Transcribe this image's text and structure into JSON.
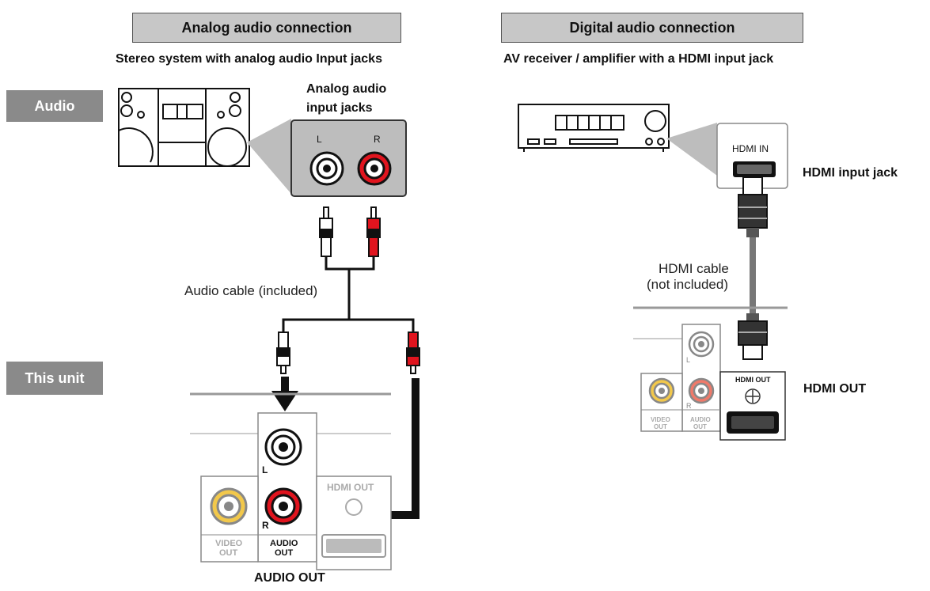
{
  "headers": {
    "analog": "Analog audio connection",
    "digital": "Digital audio connection"
  },
  "subheaders": {
    "analog": "Stereo system with analog audio Input jacks",
    "digital": "AV receiver / amplifier with a HDMI input jack"
  },
  "side_tabs": {
    "audio": "Audio",
    "unit": "This unit"
  },
  "labels": {
    "analog_jacks_line1": "Analog audio",
    "analog_jacks_line2": "input jacks",
    "jack_L": "L",
    "jack_R": "R",
    "audio_cable": "Audio cable (included)",
    "hdmi_in": "HDMI IN",
    "hdmi_input_jack": "HDMI input jack",
    "hdmi_cable_line1": "HDMI cable",
    "hdmi_cable_line2": "(not included)",
    "hdmi_out_bold": "HDMI OUT",
    "panel_L": "L",
    "panel_R": "R",
    "panel_hdmi_out": "HDMI OUT",
    "video_out_1": "VIDEO",
    "video_out_2": "OUT",
    "audio_out_1": "AUDIO",
    "audio_out_2": "OUT",
    "audio_out_caption": "AUDIO OUT"
  },
  "colors": {
    "red_plug": "#e0141e",
    "yellow_jack": "#f2c84b",
    "panel_gray": "#d3d3d3"
  }
}
